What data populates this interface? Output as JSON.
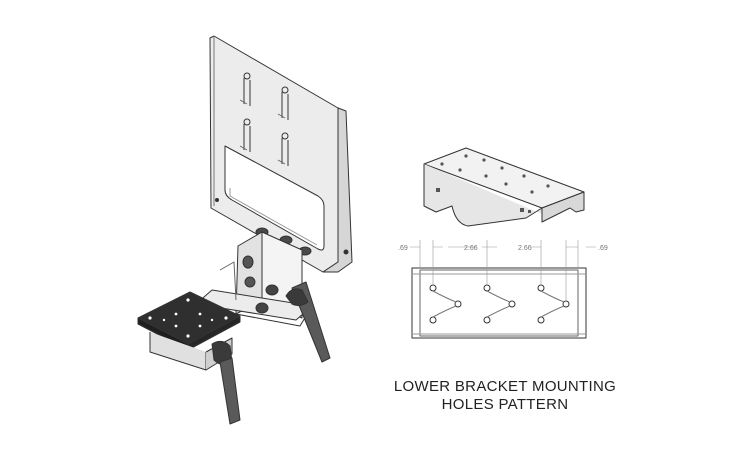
{
  "caption": {
    "line1": "LOWER BRACKET MOUNTING",
    "line2": "HOLES PATTERN"
  },
  "dimensions": {
    "left_edge": ".69",
    "pitch_1": "2.66",
    "pitch_2": "2.66",
    "right_edge": ".69"
  },
  "colors": {
    "line": "#333333",
    "plate_fill": "#e9e9e9",
    "dark_plate": "#2f2f2f",
    "dim_line": "#999999"
  }
}
